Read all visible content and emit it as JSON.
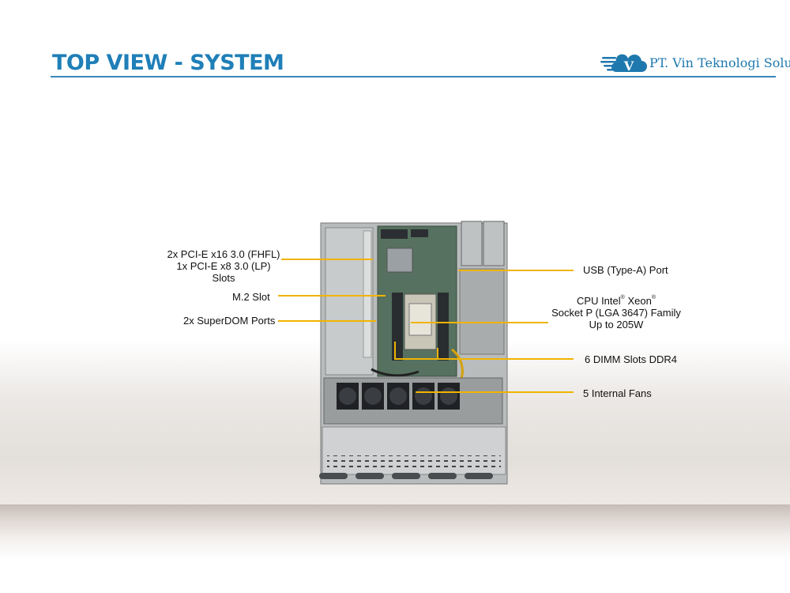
{
  "header": {
    "title": "TOP VIEW - SYSTEM",
    "company": "PT. Vin Teknologi Solusi",
    "logo_letter": "V"
  },
  "colors": {
    "title": "#1f7fb8",
    "callout_line": "#f0b400",
    "logo": "#1e78ae"
  },
  "callouts": {
    "pcie": {
      "line1": "2x PCI-E x16 3.0 (FHFL)",
      "line2": "1x PCI-E x8 3.0 (LP)",
      "line3": "Slots"
    },
    "m2": {
      "text": "M.2 Slot"
    },
    "superdom": {
      "text": "2x SuperDOM Ports"
    },
    "usb": {
      "text": "USB (Type-A) Port"
    },
    "cpu": {
      "prefix": "CPU Intel",
      "reg1": "®",
      "brand": " Xeon",
      "reg2": "®",
      "line2": "Socket P (LGA 3647) Family",
      "line3": "Up to 205W"
    },
    "dimm": {
      "text": "6 DIMM Slots DDR4"
    },
    "fans": {
      "text": "5 Internal Fans"
    }
  }
}
